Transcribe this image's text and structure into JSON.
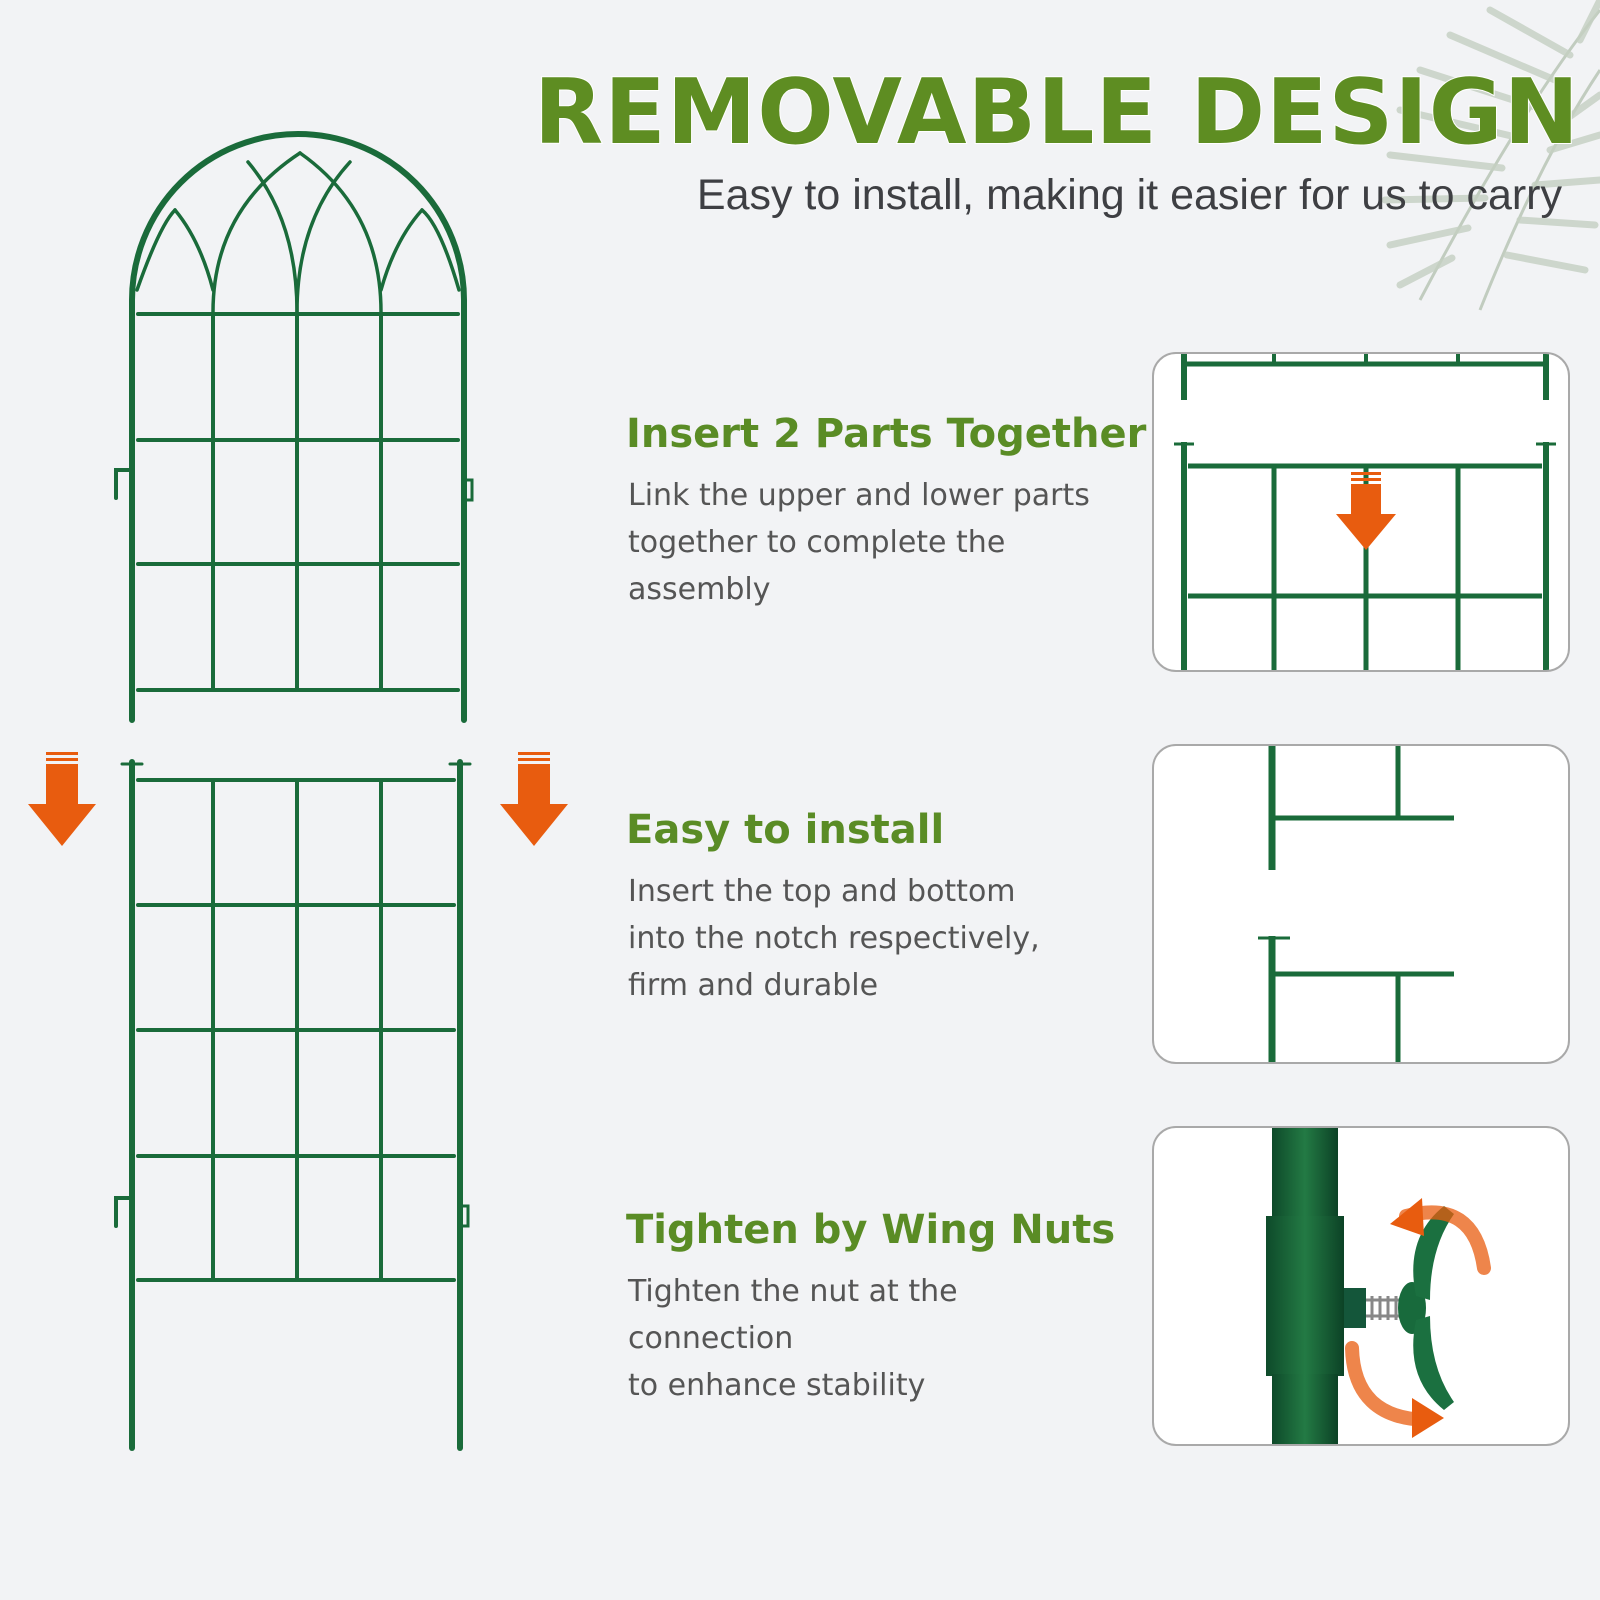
{
  "headline": "REMOVABLE DESIGN",
  "subheadline": "Easy to install, making it easier for us to carry",
  "colors": {
    "headline_green": "#5e8d22",
    "title_green": "#5a8c25",
    "trellis_green": "#1a6b3a",
    "arrow_orange": "#e85c0f",
    "body_text": "#555555"
  },
  "features": [
    {
      "title": "Insert 2 Parts Together",
      "description": "Link the upper and lower parts\ntogether to complete the\nassembly"
    },
    {
      "title": "Easy to install",
      "description": "Insert the top and bottom\ninto the notch respectively,\nfirm and durable"
    },
    {
      "title": "Tighten by Wing Nuts",
      "description": "Tighten the nut at the connection\nto enhance stability"
    }
  ],
  "icons": {
    "main": "garden-trellis-illustration",
    "arrows": "down-arrow-icon",
    "palm": "palm-leaf-icon",
    "rotate": "rotate-arrows-icon"
  }
}
